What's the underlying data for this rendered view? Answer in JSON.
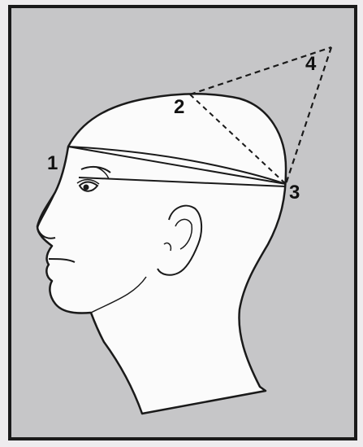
{
  "diagram": {
    "points": [
      {
        "label": "1"
      },
      {
        "label": "2"
      },
      {
        "label": "3"
      },
      {
        "label": "4"
      }
    ],
    "colors": {
      "panel": "#c6c6c8",
      "line": "#1a1a1a",
      "outer_margin": "#eeecee"
    }
  }
}
